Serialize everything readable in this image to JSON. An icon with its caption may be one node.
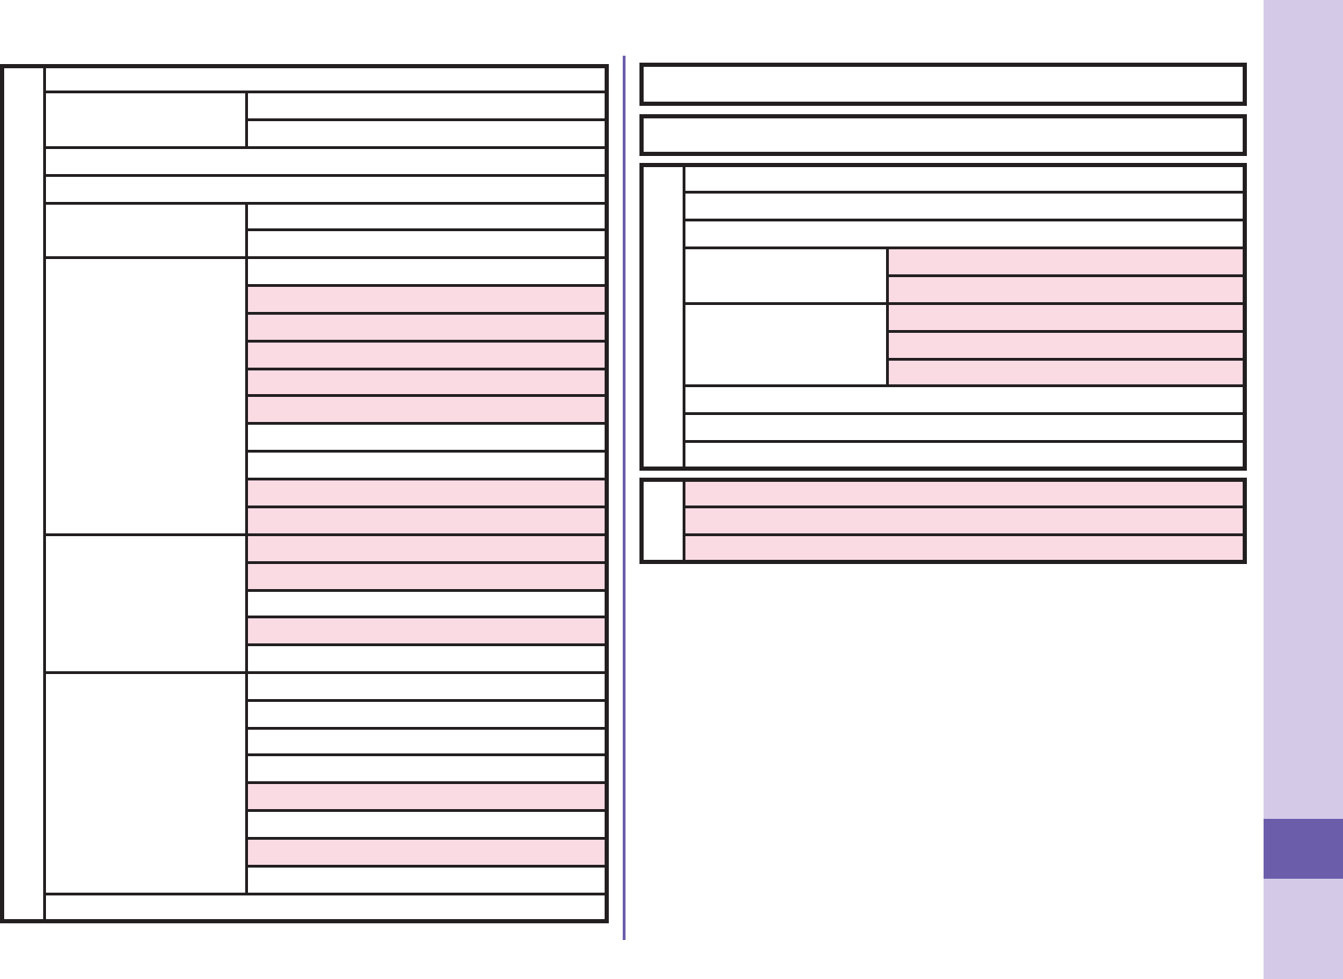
{
  "diagram": {
    "nodes": [
      {
        "text": [],
        "shape": "box"
      },
      {
        "text": [],
        "shape": "box",
        "in": 0
      },
      {
        "text": [],
        "shape": "box",
        "in": 0
      },
      {
        "text": [],
        "shape": "box",
        "in": 0
      },
      {
        "text": [],
        "shape": "box",
        "in": 0
      },
      {
        "text": [],
        "shape": "box",
        "in": 0
      },
      {
        "text": [],
        "shape": "box",
        "in": 0
      },
      {
        "text": [],
        "shape": "box",
        "in": 0
      },
      {
        "text": [],
        "shape": "box",
        "in": 0
      },
      {
        "text": [],
        "shape": "box",
        "in": 0
      },
      {
        "text": [],
        "shape": "box",
        "in": 0
      },
      {
        "text": [],
        "shape": "box",
        "in": 0
      },
      {
        "text": [],
        "shape": "box",
        "in": 0
      },
      {
        "text": [],
        "shape": "box",
        "in": 0
      },
      {
        "text": [],
        "shape": "box",
        "in": 0
      },
      {
        "text": [],
        "shape": "box",
        "in": 0
      },
      {
        "text": [],
        "shape": "box",
        "in": 0
      },
      {
        "text": [],
        "shape": "box",
        "in": 0
      },
      {
        "text": [],
        "shape": "box",
        "in": 0
      },
      {
        "text": [],
        "shape": "box",
        "in": 0
      },
      {
        "text": [],
        "shape": "box",
        "in": 0
      },
      {
        "text": [],
        "shape": "box",
        "in": 0
      },
      {
        "text": [],
        "shape": "box",
        "in": 0
      },
      {
        "text": [],
        "shape": "box",
        "in": 0
      },
      {
        "text": [],
        "shape": "box",
        "in": 0
      },
      {
        "text": [],
        "shape": "box",
        "in": 0
      },
      {
        "text": [],
        "shape": "box",
        "in": 0
      },
      {
        "text": [],
        "shape": "box",
        "in": 0
      },
      {
        "text": [],
        "shape": "box",
        "in": 0
      },
      {
        "text": [],
        "shape": "box",
        "in": 0
      },
      {
        "text": [],
        "shape": "box",
        "in": 0
      },
      {
        "text": [],
        "shape": "box",
        "in": 0
      },
      {
        "text": [],
        "shape": "box",
        "in": 0
      },
      {
        "text": [],
        "shape": "box",
        "in": 0
      },
      {
        "text": [],
        "shape": "box",
        "in": 0
      },
      {
        "text": [],
        "shape": "box",
        "in": 0
      },
      {
        "text": [],
        "shape": "box",
        "in": 0
      },
      {
        "text": [],
        "shape": "box",
        "in": 0
      },
      {
        "text": [],
        "shape": "box"
      },
      {
        "text": [],
        "shape": "box"
      },
      {
        "text": [],
        "shape": "box"
      },
      {
        "text": [],
        "shape": "box",
        "in": 40
      },
      {
        "text": [],
        "shape": "box",
        "in": 40
      },
      {
        "text": [],
        "shape": "box",
        "in": 40
      },
      {
        "text": [],
        "shape": "box",
        "in": 40
      },
      {
        "text": [],
        "shape": "box",
        "in": 40
      },
      {
        "text": [],
        "shape": "box",
        "in": 40
      },
      {
        "text": [],
        "shape": "box",
        "in": 40
      },
      {
        "text": [],
        "shape": "box",
        "in": 40
      },
      {
        "text": [],
        "shape": "box",
        "in": 40
      },
      {
        "text": [],
        "shape": "box",
        "in": 40
      },
      {
        "text": [],
        "shape": "box",
        "in": 40
      },
      {
        "text": [],
        "shape": "box",
        "in": 40
      },
      {
        "text": [],
        "shape": "box",
        "in": 40
      },
      {
        "text": [],
        "shape": "box",
        "in": 40
      },
      {
        "text": [],
        "shape": "box"
      },
      {
        "text": [],
        "shape": "box",
        "in": 55
      },
      {
        "text": [],
        "shape": "box",
        "in": 55
      },
      {
        "text": [],
        "shape": "box",
        "in": 55
      },
      {
        "text": [],
        "shape": "box",
        "in": 55
      }
    ]
  }
}
